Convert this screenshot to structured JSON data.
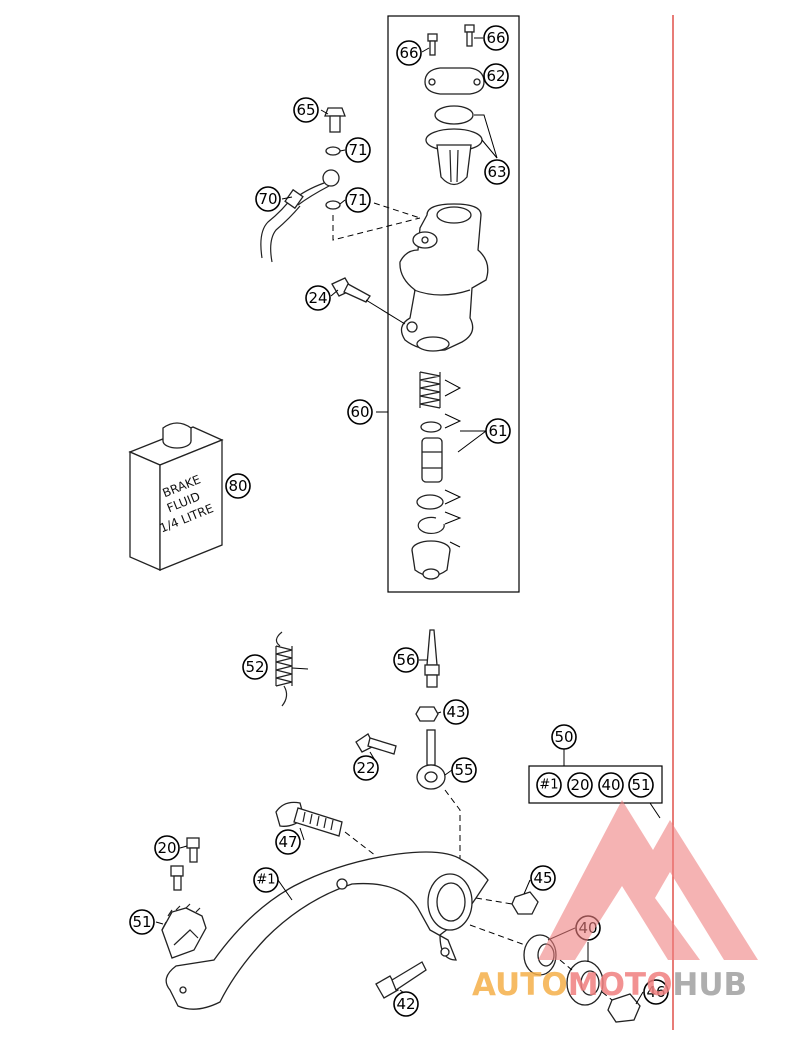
{
  "callouts": {
    "c66a": "66",
    "c66b": "66",
    "c62": "62",
    "c63": "63",
    "c65": "65",
    "c71a": "71",
    "c71b": "71",
    "c70": "70",
    "c24": "24",
    "c60": "60",
    "c61": "61",
    "c80": "80",
    "c52": "52",
    "c56": "56",
    "c43": "43",
    "c22": "22",
    "c55": "55",
    "c50": "50",
    "c50_1": "#1",
    "c50_2": "20",
    "c50_3": "40",
    "c50_4": "51",
    "c47": "47",
    "c20": "20",
    "c1": "#1",
    "c45": "45",
    "c51": "51",
    "c40": "40",
    "c42": "42",
    "c46": "46"
  },
  "bottle": {
    "line1": "BRAKE",
    "line2": "FLUID",
    "line3": "1/4 LITRE"
  },
  "watermark": {
    "part1": "AUTO",
    "part2": "MOTO",
    "part3": "HUB",
    "colors": {
      "red": "#f08080",
      "orange": "#f5b04a",
      "grey": "#a0a0a0"
    }
  },
  "colors": {
    "border_red": "#e0504a"
  }
}
